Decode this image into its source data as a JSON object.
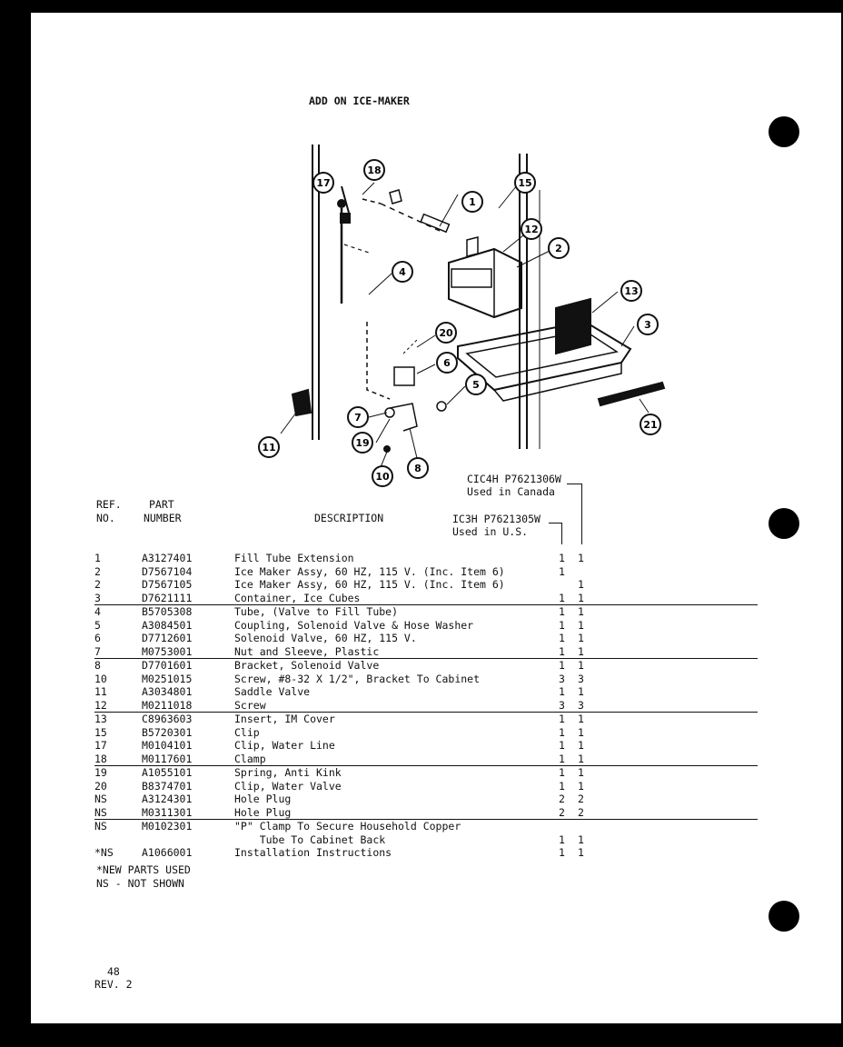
{
  "title": "ADD ON ICE-MAKER",
  "diagram_labels": [
    "17",
    "18",
    "1",
    "15",
    "12",
    "2",
    "4",
    "13",
    "3",
    "20",
    "6",
    "5",
    "7",
    "19",
    "10",
    "8",
    "11",
    "21"
  ],
  "models": [
    {
      "line1": "CIC4H P7621306W",
      "line2": "Used in Canada"
    },
    {
      "line1": "IC3H P7621305W",
      "line2": "Used in U.S."
    }
  ],
  "headers": {
    "ref_line1": "REF.",
    "ref_line2": "NO.",
    "part_line1": "PART",
    "part_line2": "NUMBER",
    "description": "DESCRIPTION"
  },
  "rows": [
    {
      "ref": "1",
      "part": "A3127401",
      "desc": "Fill Tube Extension",
      "q1": "1",
      "q2": "1",
      "sep": false
    },
    {
      "ref": "2",
      "part": "D7567104",
      "desc": "Ice Maker Assy, 60 HZ, 115 V. (Inc. Item 6)",
      "q1": "1",
      "q2": "",
      "sep": false
    },
    {
      "ref": "2",
      "part": "D7567105",
      "desc": "Ice Maker Assy, 60 HZ, 115 V. (Inc. Item 6)",
      "q1": "",
      "q2": "1",
      "sep": false
    },
    {
      "ref": "3",
      "part": "D7621111",
      "desc": "Container, Ice Cubes",
      "q1": "1",
      "q2": "1",
      "sep": false
    },
    {
      "ref": "4",
      "part": "B5705308",
      "desc": "Tube, (Valve to Fill Tube)",
      "q1": "1",
      "q2": "1",
      "sep": true
    },
    {
      "ref": "5",
      "part": "A3084501",
      "desc": "Coupling, Solenoid Valve & Hose Washer",
      "q1": "1",
      "q2": "1",
      "sep": false
    },
    {
      "ref": "6",
      "part": "D7712601",
      "desc": "Solenoid Valve, 60 HZ, 115 V.",
      "q1": "1",
      "q2": "1",
      "sep": false
    },
    {
      "ref": "7",
      "part": "M0753001",
      "desc": "Nut and Sleeve, Plastic",
      "q1": "1",
      "q2": "1",
      "sep": false
    },
    {
      "ref": "8",
      "part": "D7701601",
      "desc": "Bracket, Solenoid Valve",
      "q1": "1",
      "q2": "1",
      "sep": true
    },
    {
      "ref": "10",
      "part": "M0251015",
      "desc": "Screw, #8-32 X 1/2\", Bracket To Cabinet",
      "q1": "3",
      "q2": "3",
      "sep": false
    },
    {
      "ref": "11",
      "part": "A3034801",
      "desc": "Saddle Valve",
      "q1": "1",
      "q2": "1",
      "sep": false
    },
    {
      "ref": "12",
      "part": "M0211018",
      "desc": "Screw",
      "q1": "3",
      "q2": "3",
      "sep": false
    },
    {
      "ref": "13",
      "part": "C8963603",
      "desc": "Insert, IM Cover",
      "q1": "1",
      "q2": "1",
      "sep": true
    },
    {
      "ref": "15",
      "part": "B5720301",
      "desc": "Clip",
      "q1": "1",
      "q2": "1",
      "sep": false
    },
    {
      "ref": "17",
      "part": "M0104101",
      "desc": "Clip, Water Line",
      "q1": "1",
      "q2": "1",
      "sep": false
    },
    {
      "ref": "18",
      "part": "M0117601",
      "desc": "Clamp",
      "q1": "1",
      "q2": "1",
      "sep": false
    },
    {
      "ref": "19",
      "part": "A1055101",
      "desc": "Spring, Anti Kink",
      "q1": "1",
      "q2": "1",
      "sep": true
    },
    {
      "ref": "20",
      "part": "B8374701",
      "desc": "Clip, Water Valve",
      "q1": "1",
      "q2": "1",
      "sep": false
    },
    {
      "ref": "NS",
      "part": "A3124301",
      "desc": "Hole Plug",
      "q1": "2",
      "q2": "2",
      "sep": false
    },
    {
      "ref": "NS",
      "part": "M0311301",
      "desc": "Hole Plug",
      "q1": "2",
      "q2": "2",
      "sep": false
    },
    {
      "ref": "NS",
      "part": "M0102301",
      "desc": "\"P\" Clamp To Secure Household Copper\n    Tube To Cabinet Back",
      "q1": "1",
      "q2": "1",
      "sep": true
    },
    {
      "ref": "*NS",
      "part": "A1066001",
      "desc": "Installation Instructions",
      "q1": "1",
      "q2": "1",
      "sep": false
    }
  ],
  "notes": [
    "*NEW PARTS USED",
    "NS - NOT SHOWN"
  ],
  "page_number": "48",
  "revision": "REV. 2"
}
